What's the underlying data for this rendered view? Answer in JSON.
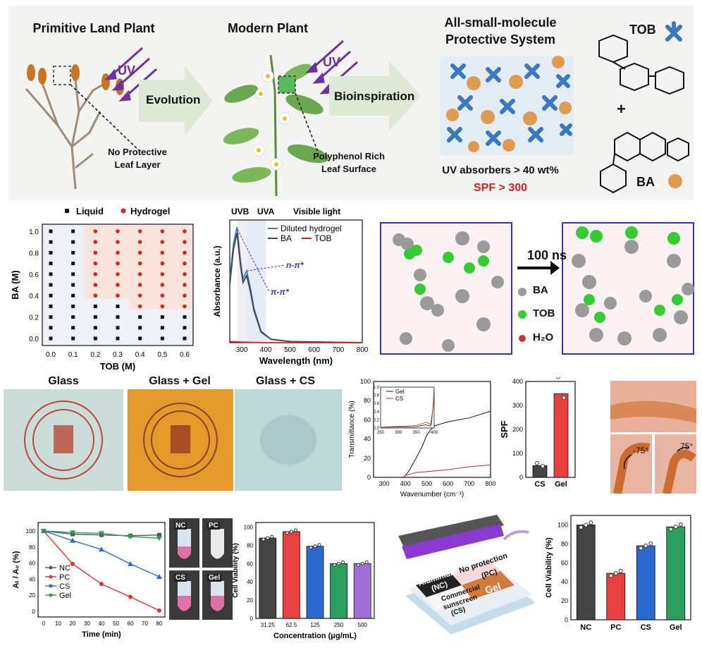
{
  "top": {
    "primitive_title": "Primitive Land Plant",
    "modern_title": "Modern Plant",
    "system_title_1": "All-small-molecule",
    "system_title_2": "Protective System",
    "evolution": "Evolution",
    "bioinspiration": "Bioinspiration",
    "uv": "UV",
    "no_protective_1": "No Protective",
    "no_protective_2": "Leaf Layer",
    "polyphenol_1": "Polyphenol Rich",
    "polyphenol_2": "Leaf Surface",
    "uv_absorbers": "UV absorbers > 40 wt%",
    "spf": "SPF > 300",
    "tob": "TOB",
    "ba": "BA",
    "plus": "+"
  },
  "phase": {
    "legend_liquid": "Liquid",
    "legend_hydrogel": "Hydrogel",
    "xlabel": "TOB (M)",
    "ylabel": "BA (M)",
    "xticks": [
      "0.0",
      "0.1",
      "0.2",
      "0.3",
      "0.4",
      "0.5",
      "0.6"
    ],
    "yticks": [
      "0.0",
      "0.2",
      "0.4",
      "0.6",
      "0.8",
      "1.0"
    ]
  },
  "absorb": {
    "uvb": "UVB",
    "uva": "UVA",
    "visible": "Visible light",
    "legend": [
      "Diluted hydrogel",
      "BA",
      "TOB"
    ],
    "n_pi": "n-π*",
    "pi_pi": "π-π*",
    "xlabel": "Wavelength (nm)",
    "ylabel": "Absorbance (a.u.)",
    "xticks": [
      "300",
      "400",
      "500",
      "600",
      "700",
      "800"
    ]
  },
  "md": {
    "time": "100 ns",
    "ba": "BA",
    "tob": "TOB",
    "h2o": "H₂O"
  },
  "glass": {
    "t1": "Glass",
    "t2": "Glass + Gel",
    "t3": "Glass + CS"
  },
  "trans": {
    "ylabel": "Transmittance (%)",
    "xlabel": "Wavenumber (cm⁻¹)",
    "xticks": [
      "300",
      "400",
      "500",
      "600",
      "700",
      "800"
    ],
    "yticks": [
      "0",
      "20",
      "40",
      "60",
      "80",
      "100"
    ],
    "legend": [
      "Gel",
      "CS"
    ],
    "inset_xticks": [
      "250",
      "300",
      "350",
      "400"
    ],
    "inset_yticks": [
      "0.0",
      "0.2",
      "0.4",
      "0.6",
      "0.8",
      "1.0"
    ]
  },
  "spf_chart": {
    "ylabel": "SPF",
    "categories": [
      "CS",
      "Gel"
    ],
    "yticks": [
      "0",
      "100",
      "200",
      "300",
      "400"
    ]
  },
  "angles": [
    "-75°",
    "75°"
  ],
  "kinetics": {
    "ylabel": "Aₜ / A₀ (%)",
    "xlabel": "Time (min)",
    "xticks": [
      "0",
      "10",
      "20",
      "30",
      "40",
      "50",
      "60",
      "70",
      "80"
    ],
    "yticks": [
      "0",
      "20",
      "40",
      "60",
      "80",
      "100"
    ],
    "legend": [
      "NC",
      "PC",
      "CS",
      "Gel"
    ]
  },
  "tubes": [
    "NC",
    "PC",
    "CS",
    "Gel"
  ],
  "viability1": {
    "ylabel": "Cell Viability (%)",
    "xlabel": "Concentration (μg/mL)",
    "categories": [
      "31.25",
      "62.5",
      "125",
      "250",
      "500"
    ],
    "yticks": [
      "0",
      "20",
      "40",
      "60",
      "80",
      "100"
    ]
  },
  "setup": {
    "aluminium": "Aluminium film",
    "nc": "(NC)",
    "noprot": "No protection",
    "pc": "(PC)",
    "commercial_1": "Commercial",
    "commercial_2": "sunscreen",
    "cs": "(CS)",
    "gel": "Gel"
  },
  "viability2": {
    "ylabel": "Cell Viability (%)",
    "categories": [
      "NC",
      "PC",
      "CS",
      "Gel"
    ],
    "yticks": [
      "0",
      "20",
      "40",
      "60",
      "80",
      "100"
    ]
  },
  "chart_data": [
    {
      "type": "scatter",
      "xlabel": "TOB (M)",
      "ylabel": "BA (M)",
      "xlim": [
        0,
        0.6
      ],
      "ylim": [
        0,
        1.0
      ],
      "series": [
        {
          "name": "Liquid",
          "points": "grid: all (x,y) not hydrogel"
        },
        {
          "name": "Hydrogel",
          "rule": "x>=0.2 and y>=0.5 (x=0.2..0.3) / y>=0.4 (x>=0.4)"
        }
      ]
    },
    {
      "type": "line",
      "xlabel": "Wavelength (nm)",
      "ylabel": "Absorbance (a.u.)",
      "xlim": [
        250,
        800
      ],
      "series": [
        {
          "name": "Diluted hydrogel",
          "x": [
            250,
            265,
            280,
            295,
            305,
            320,
            335,
            350,
            380,
            420,
            500,
            800
          ],
          "y": [
            0.55,
            0.85,
            1.0,
            0.7,
            0.55,
            0.62,
            0.48,
            0.3,
            0.1,
            0.03,
            0.01,
            0.0
          ]
        },
        {
          "name": "BA",
          "x": [
            250,
            265,
            280,
            295,
            305,
            320,
            335,
            350,
            380,
            420,
            500,
            800
          ],
          "y": [
            0.5,
            0.8,
            0.95,
            0.66,
            0.52,
            0.58,
            0.45,
            0.28,
            0.09,
            0.03,
            0.01,
            0.0
          ]
        },
        {
          "name": "TOB",
          "x": [
            250,
            300,
            400,
            800
          ],
          "y": [
            0.01,
            0.005,
            0.0,
            0.0
          ]
        }
      ]
    },
    {
      "type": "line",
      "xlabel": "Wavenumber (cm⁻¹)",
      "ylabel": "Transmittance (%)",
      "xlim": [
        250,
        800
      ],
      "ylim": [
        0,
        100
      ],
      "series": [
        {
          "name": "Gel",
          "x": [
            390,
            400,
            420,
            450,
            480,
            500,
            520,
            540,
            600,
            700,
            800
          ],
          "y": [
            0,
            2,
            8,
            20,
            33,
            44,
            50,
            54,
            58,
            62,
            69
          ]
        },
        {
          "name": "CS",
          "x": [
            390,
            400,
            450,
            500,
            550,
            600,
            700,
            800
          ],
          "y": [
            0,
            2,
            5,
            6,
            7,
            8,
            11,
            13
          ]
        }
      ]
    },
    {
      "type": "bar",
      "categories": [
        "CS",
        "Gel"
      ],
      "values": [
        49,
        349
      ],
      "ylabel": "SPF",
      "ylim": [
        0,
        400
      ]
    },
    {
      "type": "line",
      "xlabel": "Time (min)",
      "ylabel": "Aₜ / A₀ (%)",
      "xlim": [
        0,
        80
      ],
      "ylim": [
        0,
        100
      ],
      "x": [
        0,
        20,
        40,
        60,
        80
      ],
      "series": [
        {
          "name": "NC",
          "values": [
            100,
            96,
            95,
            94,
            95
          ]
        },
        {
          "name": "PC",
          "values": [
            100,
            59,
            34,
            18,
            1
          ]
        },
        {
          "name": "CS",
          "values": [
            100,
            88,
            77,
            59,
            43
          ]
        },
        {
          "name": "Gel",
          "values": [
            100,
            98,
            97,
            93,
            91
          ]
        }
      ]
    },
    {
      "type": "bar",
      "categories": [
        "31.25",
        "62.5",
        "125",
        "250",
        "500"
      ],
      "values": [
        88,
        95,
        79,
        60,
        60
      ],
      "ylabel": "Cell Viability (%)",
      "xlabel": "Concentration (μg/mL)",
      "ylim": [
        0,
        100
      ]
    },
    {
      "type": "bar",
      "categories": [
        "NC",
        "PC",
        "CS",
        "Gel"
      ],
      "values": [
        100,
        49,
        78,
        98
      ],
      "ylabel": "Cell Viability (%)",
      "ylim": [
        0,
        100
      ]
    }
  ]
}
